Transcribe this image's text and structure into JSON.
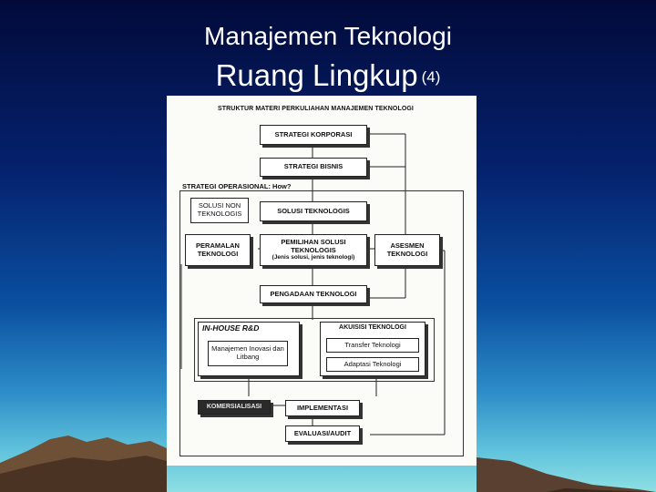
{
  "slide": {
    "title_line1": "Manajemen Teknologi",
    "title_line2": "Ruang Lingkup",
    "title_line2_suffix": "(4)"
  },
  "diagram": {
    "header": "STRUKTUR MATERI PERKULIAHAN MANAJEMEN TEKNOLOGI",
    "strategi_korporasi": "STRATEGI KORPORASI",
    "strategi_bisnis": "STRATEGI BISNIS",
    "strategi_operasional": "STRATEGI OPERASIONAL: How?",
    "solusi_non_teknologis": "SOLUSI NON TEKNOLOGIS",
    "solusi_teknologis": "SOLUSI TEKNOLOGIS",
    "peramalan_teknologi": "PERAMALAN TEKNOLOGI",
    "pemilihan_solusi": "PEMILIHAN SOLUSI TEKNOLOGIS",
    "pemilihan_solusi_note": "(Jenis solusi, jenis teknologi)",
    "asesmen_teknologi": "ASESMEN TEKNOLOGI",
    "pengadaan_teknologi": "PENGADAAN TEKNOLOGI",
    "in_house": "IN-HOUSE R&D",
    "akuisisi_teknologi": "AKUISISI TEKNOLOGI",
    "manajemen_inovasi": "Manajemen Inovasi dan Litbang",
    "transfer_teknologi": "Transfer Teknologi",
    "adaptasi_teknologi": "Adaptasi Teknologi",
    "komersialisasi": "KOMERSIALISASI",
    "implementasi": "IMPLEMENTASI",
    "evaluasi_audit": "EVALUASI/AUDIT"
  }
}
